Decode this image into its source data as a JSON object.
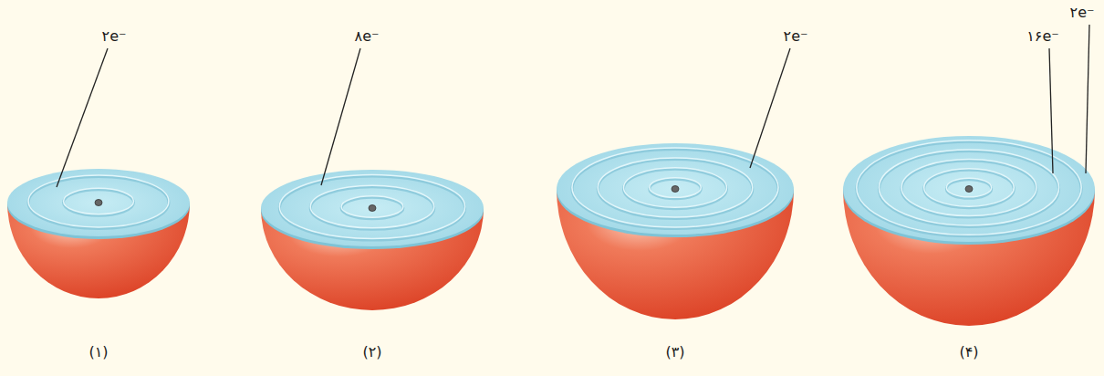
{
  "diagram": {
    "labels": [
      "۲e⁻",
      "۸e⁻",
      "۲e⁻",
      "۱۶e⁻",
      "۲e⁻",
      "(۱)",
      "(۲)",
      "(۳)",
      "(۴)"
    ]
  }
}
